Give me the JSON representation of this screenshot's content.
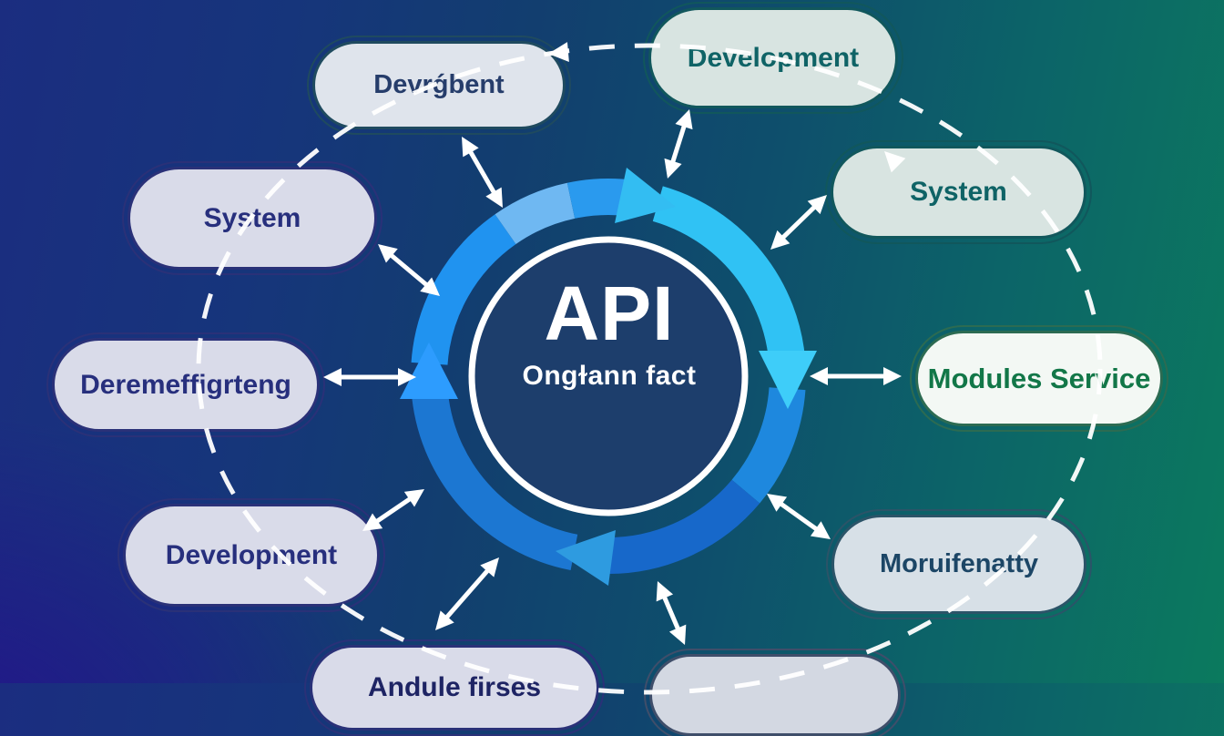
{
  "center": {
    "title": "API",
    "subtitle": "Ongɫann fact"
  },
  "nodes": [
    {
      "id": "system-left",
      "label": "System"
    },
    {
      "id": "deremeffigrteng",
      "label": "Deremeffigrteng"
    },
    {
      "id": "development-left",
      "label": "Development"
    },
    {
      "id": "devrgbent",
      "label": "Devrǵbent"
    },
    {
      "id": "development-top",
      "label": "Development"
    },
    {
      "id": "system-right",
      "label": "System"
    },
    {
      "id": "modules-service",
      "label": "Modules Service"
    },
    {
      "id": "moruifenatty",
      "label": "Moruifenatty"
    },
    {
      "id": "bottom-center",
      "label": ""
    },
    {
      "id": "andule-firses",
      "label": "Andule firses"
    }
  ],
  "colors": {
    "background_left": "#1b2d80",
    "background_bottom_left": "#241088",
    "background_right": "#0b7a5e",
    "background_bottom_right": "#0a5a6b",
    "ring_dark_blue": "#1768ca",
    "ring_blue": "#2093f0",
    "ring_cyan": "#3ecdf9",
    "inner_circle_fill": "#1d3e6c",
    "connector_white": "#ffffff"
  }
}
